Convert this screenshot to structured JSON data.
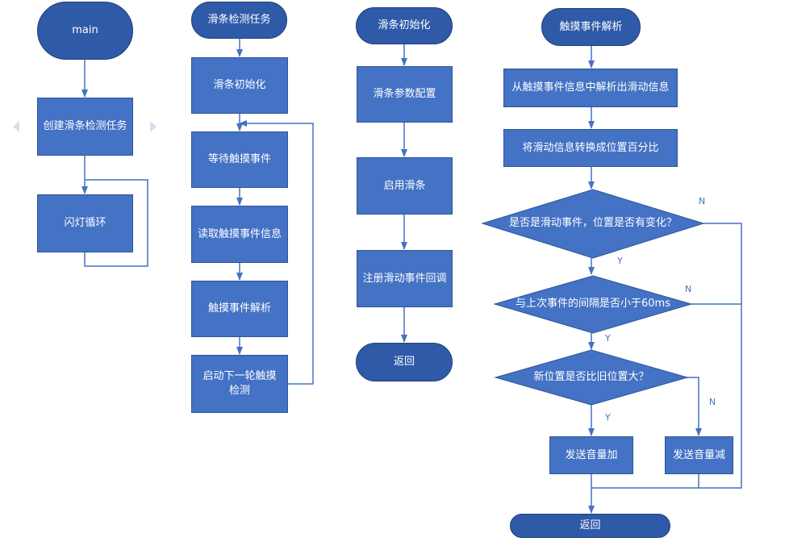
{
  "main_flow": {
    "start": "main",
    "create_task": "创建滑条检测任务",
    "blink_loop": "闪灯循环"
  },
  "detect_task": {
    "start": "滑条检测任务",
    "init": "滑条初始化",
    "wait": "等待触摸事件",
    "read": "读取触摸事件信息",
    "parse": "触摸事件解析",
    "next_round": "启动下一轮触摸检测"
  },
  "slider_init": {
    "start": "滑条初始化",
    "config": "滑条参数配置",
    "enable": "启用滑条",
    "register": "注册滑动事件回调",
    "return": "返回"
  },
  "touch_parse": {
    "start": "触摸事件解析",
    "parse_info": "从触摸事件信息中解析出滑动信息",
    "convert": "将滑动信息转换成位置百分比",
    "decision_1": "是否是滑动事件，位置是否有变化？",
    "decision_2": "与上次事件的间隔是否小于60ms",
    "decision_3": "新位置是否比旧位置大？",
    "vol_up": "发送音量加",
    "vol_down": "发送音量减",
    "return": "返回"
  },
  "branch_labels": {
    "d1_yes": "Y",
    "d1_no": "N",
    "d2_yes": "Y",
    "d2_no": "N",
    "d3_yes": "Y",
    "d3_no": "N"
  },
  "colors": {
    "box": "#4472c4",
    "box_border": "#2f5597",
    "terminator": "#2f5aa8",
    "line": "#4472c4",
    "text": "#ffffff",
    "label": "#4472c4",
    "nav_arrow": "#cfe0ef"
  }
}
